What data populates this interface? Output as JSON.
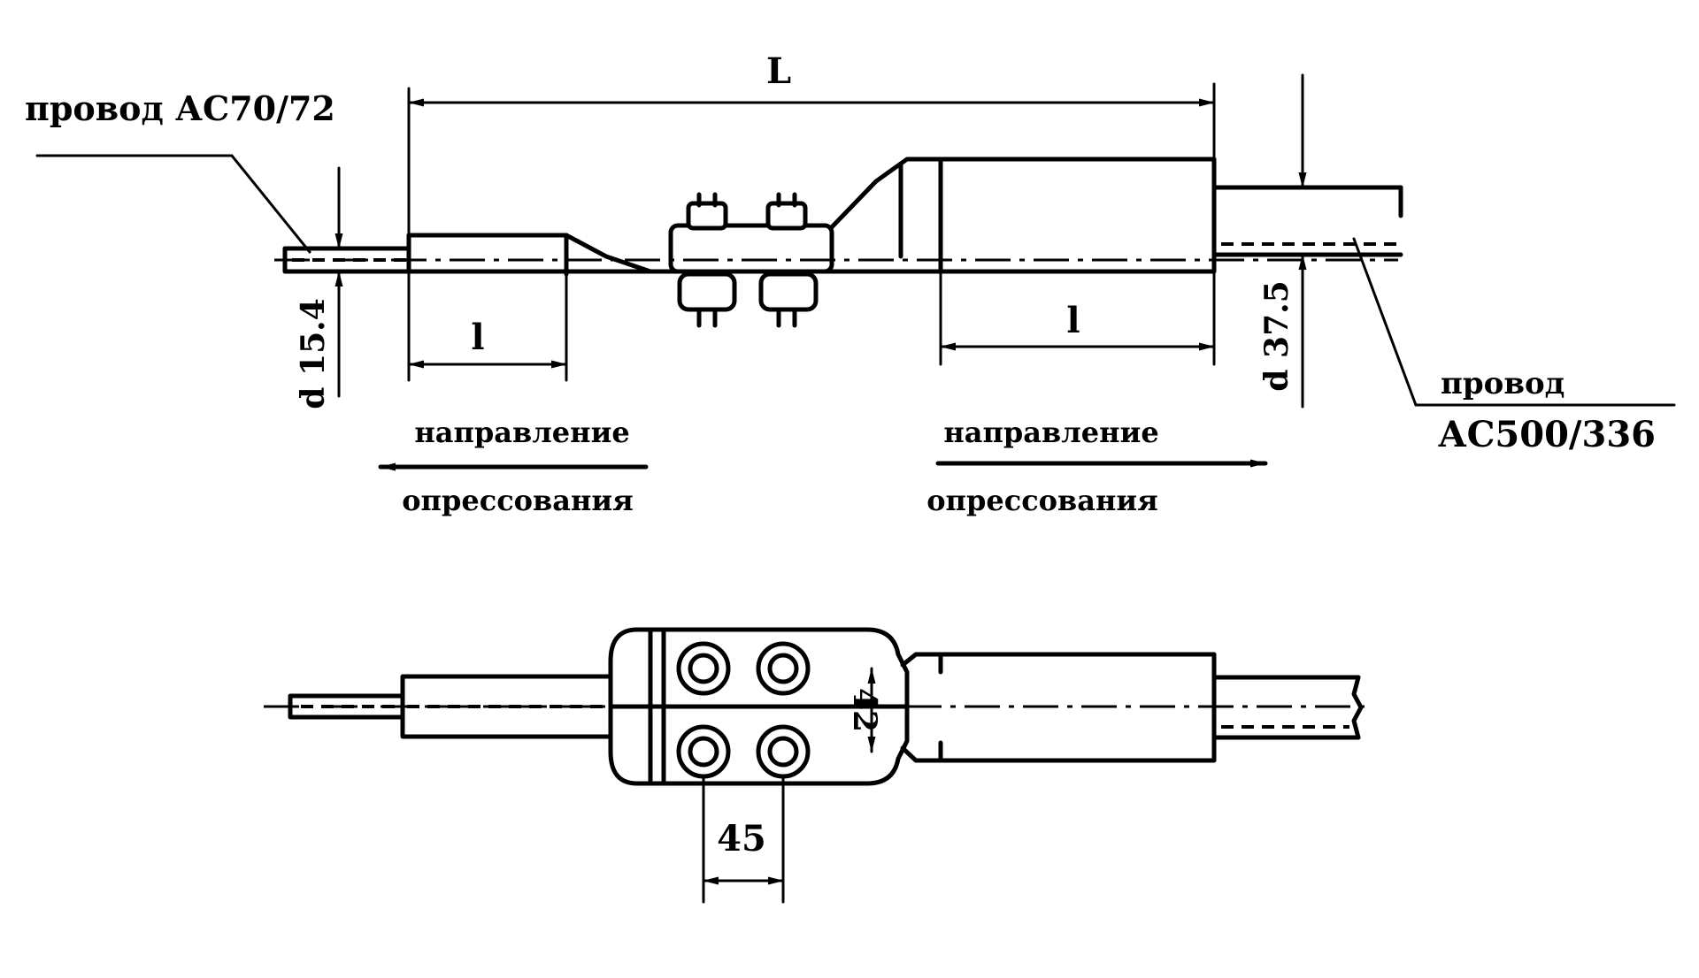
{
  "labels": {
    "wire_left": "провод АС70/72",
    "wire_right_line1": "провод",
    "wire_right_line2": "АС500/336",
    "dim_L": "L",
    "dim_l_left": "l",
    "dim_l_right": "l",
    "dim_d_left": "d 15.4",
    "dim_d_right": "d 37.5",
    "dir_left_line1": "направление",
    "dir_left_line2": "опрессования",
    "dir_right_line1": "направление",
    "dir_right_line2": "опрессования",
    "dim_45": "45",
    "dim_42": "42"
  }
}
